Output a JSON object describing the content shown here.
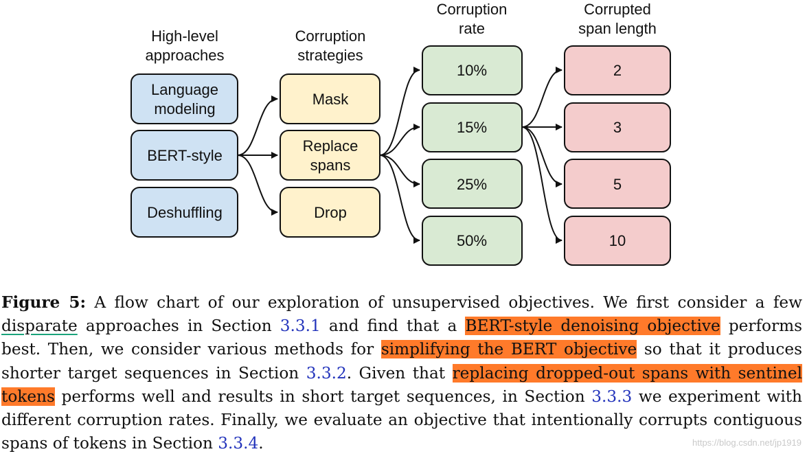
{
  "diagram": {
    "headers": {
      "high_level": [
        "High-level",
        "approaches"
      ],
      "strategies": [
        "Corruption",
        "strategies"
      ],
      "rate": [
        "Corruption",
        "rate"
      ],
      "span": [
        "Corrupted",
        "span length"
      ]
    },
    "approaches": [
      [
        "Language",
        "modeling"
      ],
      [
        "BERT-style"
      ],
      [
        "Deshuffling"
      ]
    ],
    "strategies": [
      [
        "Mask"
      ],
      [
        "Replace",
        "spans"
      ],
      [
        "Drop"
      ]
    ],
    "rates": [
      "10%",
      "15%",
      "25%",
      "50%"
    ],
    "spans": [
      "2",
      "3",
      "5",
      "10"
    ],
    "colors": {
      "approach_fill": "#cfe2f3",
      "strategy_fill": "#fff2cc",
      "rate_fill": "#d9ead3",
      "span_fill": "#f4cccc",
      "highlight": "#ff7a2a",
      "link": "#2233bb"
    }
  },
  "caption": {
    "label": "Figure 5:",
    "t1": " A flow chart of our exploration of unsupervised objectives. We first consider a few ",
    "t1_underlined": "disparate",
    "t2": " approaches in Section ",
    "ref1": "3.3.1",
    "t3": " and find that a ",
    "hl1": "BERT-style denoising objective",
    "t4": " performs best. Then, we consider various methods for ",
    "hl2": "simplifying the BERT objective",
    "t5": " so that it produces shorter target sequences in Section ",
    "ref2": "3.3.2",
    "t6": ". Given that ",
    "hl3": "replacing dropped-out spans with sentinel tokens",
    "t7": " performs well and results in short target sequences, in Section ",
    "ref3": "3.3.3",
    "t8": " we experiment with different corruption rates. Finally, we evaluate an objective that intentionally corrupts contiguous spans of tokens in Section ",
    "ref4": "3.3.4",
    "t9": "."
  },
  "watermark": "https://blog.csdn.net/jp1919"
}
